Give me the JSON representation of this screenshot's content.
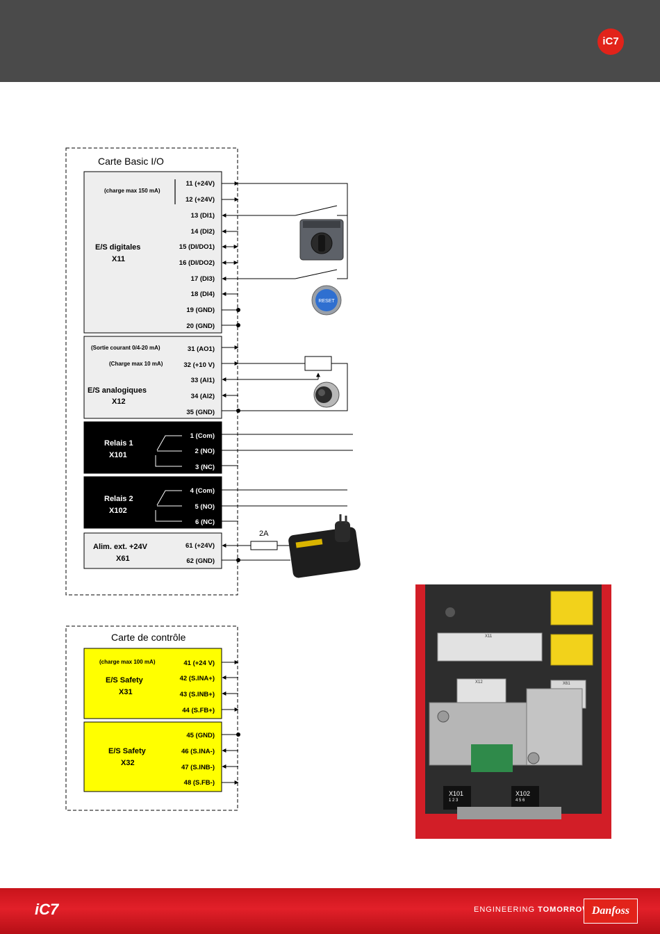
{
  "header": {
    "logo": "iC7"
  },
  "footer": {
    "logo": "iC7",
    "tagline_a": "ENGINEERING ",
    "tagline_b": "TOMORROW",
    "brand": "Danfoss"
  },
  "colors": {
    "header_bg": "#4a4a4a",
    "footer_red": "#e2231a",
    "safety_yellow": "#ffff00",
    "relay_black": "#000000",
    "box_grey": "#eeeeee"
  },
  "basic_io": {
    "title": "Carte Basic I/O",
    "digital": {
      "label1": "E/S digitales",
      "label2": "X11",
      "note": "(charge max 150 mA)",
      "terminals": [
        "11 (+24V)",
        "12 (+24V)",
        "13 (DI1)",
        "14 (DI2)",
        "15 (DI/DO1)",
        "16 (DI/DO2)",
        "17 (DI3)",
        "18 (DI4)",
        "19 (GND)",
        "20 (GND)"
      ]
    },
    "analog": {
      "label1": "E/S analogiques",
      "label2": "X12",
      "note1": "(Sortie courant 0/4-20 mA)",
      "note2": "(Charge max 10 mA)",
      "terminals": [
        "31 (AO1)",
        "32 (+10 V)",
        "33 (AI1)",
        "34 (AI2)",
        "35 (GND)"
      ]
    },
    "relay1": {
      "label1": "Relais 1",
      "label2": "X101",
      "terminals": [
        "1 (Com)",
        "2 (NO)",
        "3 (NC)"
      ]
    },
    "relay2": {
      "label1": "Relais 2",
      "label2": "X102",
      "terminals": [
        "4 (Com)",
        "5 (NO)",
        "6 (NC)"
      ]
    },
    "power": {
      "label1": "Alim. ext. +24V",
      "label2": "X61",
      "terminals": [
        "61 (+24V)",
        "62 (GND)"
      ],
      "fuse": "2A"
    },
    "reset_button": "RESET"
  },
  "control": {
    "title": "Carte de contrôle",
    "x31": {
      "label1": "E/S Safety",
      "label2": "X31",
      "note": "(charge max 100 mA)",
      "terminals": [
        "41 (+24 V)",
        "42 (S.INA+)",
        "43 (S.INB+)",
        "44 (S.FB+)"
      ]
    },
    "x32": {
      "label1": "E/S Safety",
      "label2": "X32",
      "terminals": [
        "45 (GND)",
        "46 (S.INA-)",
        "47 (S.INB-)",
        "48 (S.FB-)"
      ]
    }
  },
  "photo": {
    "x101": "X101",
    "x102": "X102",
    "x11": "X11",
    "x12": "X12",
    "x61": "X61",
    "pins_r1": "1 2 3",
    "pins_r2": "4 5 6"
  }
}
